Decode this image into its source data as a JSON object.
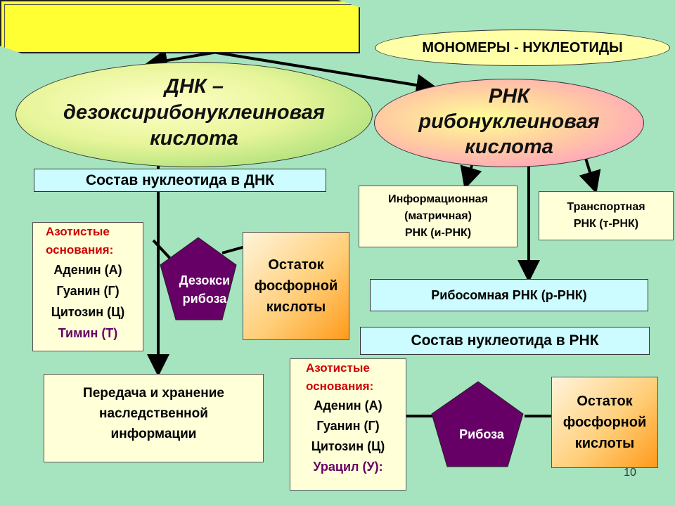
{
  "title": "НУКЛЕИНОВЫЕ КИСЛОТЫ",
  "monomers": "МОНОМЕРЫ - НУКЛЕОТИДЫ",
  "dna": {
    "line1": "ДНК –",
    "line2": "дезоксирибонуклеиновая",
    "line3": "кислота",
    "composition_title": "Состав нуклеотида в ДНК",
    "bases_label_1": "Азотистые",
    "bases_label_2": "основания:",
    "bases": [
      "Аденин (А)",
      "Гуанин (Г)",
      "Цитозин (Ц)"
    ],
    "special_base": "Тимин (Т)",
    "sugar_1": "Дезокси",
    "sugar_2": "рибоза",
    "phosphate": [
      "Остаток",
      "фосфорной",
      "кислоты"
    ],
    "function": [
      "Передача и хранение",
      "наследственной",
      "информации"
    ]
  },
  "rna": {
    "line1": "РНК",
    "line2": "рибонуклеиновая",
    "line3": "кислота",
    "mrna": [
      "Информационная",
      "(матричная)",
      "РНК (и-РНК)"
    ],
    "trna": [
      "Транспортная",
      "РНК (т-РНК)"
    ],
    "rrna": "Рибосомная РНК (р-РНК)",
    "composition_title": "Состав нуклеотида в РНК",
    "bases_label_1": "Азотистые",
    "bases_label_2": "основания:",
    "bases": [
      "Аденин (А)",
      "Гуанин (Г)",
      "Цитозин (Ц)"
    ],
    "special_base": "Урацил (У):",
    "sugar": "Рибоза",
    "phosphate": [
      "Остаток",
      "фосфорной",
      "кислоты"
    ]
  },
  "page_number": "10",
  "colors": {
    "background": "#a6e3bf",
    "title_fill": "#ffff33",
    "label_red": "#cc0000",
    "special_purple": "#660066",
    "pentagon": "#660066"
  }
}
